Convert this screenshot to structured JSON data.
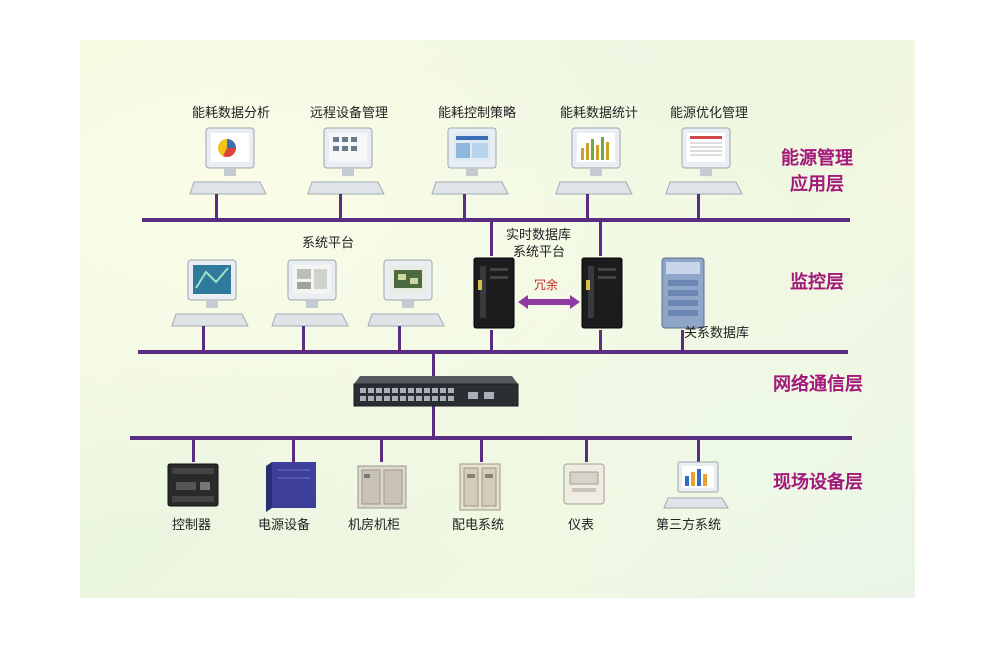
{
  "layers": {
    "app": [
      "能源管理",
      "应用层"
    ],
    "monitor": "监控层",
    "network": "网络通信层",
    "field": "现场设备层"
  },
  "app_layer": {
    "items": [
      "能耗数据分析",
      "远程设备管理",
      "能耗控制策略",
      "能耗数据统计",
      "能源优化管理"
    ]
  },
  "monitor_layer": {
    "system_platform": "系统平台",
    "realtime_db": [
      "实时数据库",
      "系统平台"
    ],
    "redundancy": "冗余",
    "relational_db": "关系数据库"
  },
  "field_layer": {
    "items": [
      "控制器",
      "电源设备",
      "机房机柜",
      "配电系统",
      "仪表",
      "第三方系统"
    ]
  },
  "colors": {
    "bus": "#5b2d82",
    "layer_text": "#a3197a",
    "arrow": "#8e3aa0"
  }
}
